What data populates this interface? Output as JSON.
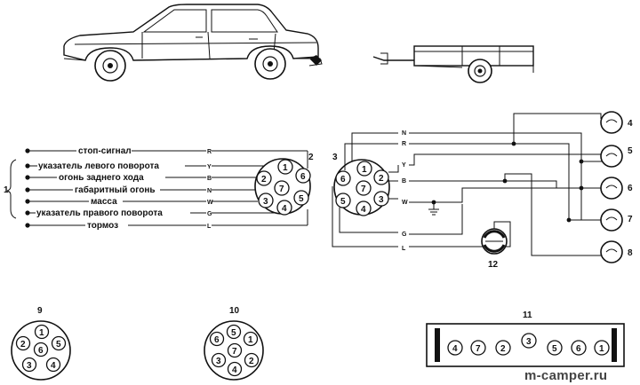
{
  "labels": {
    "stop": "стоп-сигнал",
    "left_turn": "указатель левого поворота",
    "reverse": "огонь заднего хода",
    "parking": "габаритный огонь",
    "ground": "масса",
    "right_turn": "указатель правого поворота",
    "brake": "тормоз"
  },
  "wire_codes": {
    "stop": "R",
    "left_turn": "Y",
    "reverse": "B",
    "parking": "N",
    "ground": "W",
    "right_turn": "G",
    "brake": "L"
  },
  "callouts": {
    "group": "1",
    "socket_main": "2",
    "socket_right": "3",
    "lamp_4": "4",
    "lamp_5": "5",
    "lamp_6": "6",
    "lamp_7": "7",
    "lamp_8": "8",
    "view_9": "9",
    "view_10": "10",
    "view_11": "11",
    "motor_12": "12"
  },
  "pins": [
    "1",
    "2",
    "3",
    "4",
    "5",
    "6",
    "7"
  ],
  "strip_pins": [
    "4",
    "7",
    "2",
    "3",
    "5",
    "6",
    "1"
  ],
  "watermark": "m-camper.ru"
}
